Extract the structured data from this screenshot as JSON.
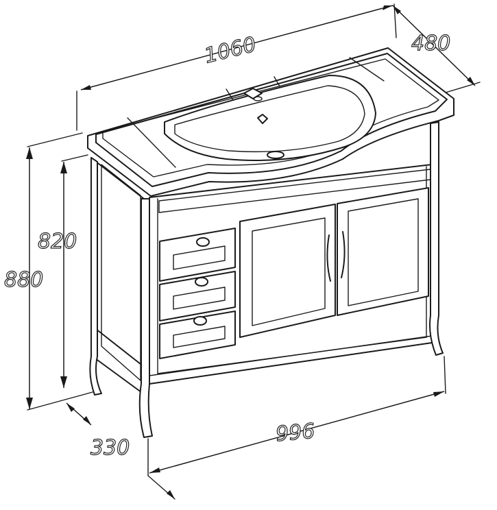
{
  "dimensions": {
    "top_width": "1060",
    "depth": "480",
    "body_height": "820",
    "total_height": "880",
    "leg_depth": "330",
    "body_width": "996"
  }
}
